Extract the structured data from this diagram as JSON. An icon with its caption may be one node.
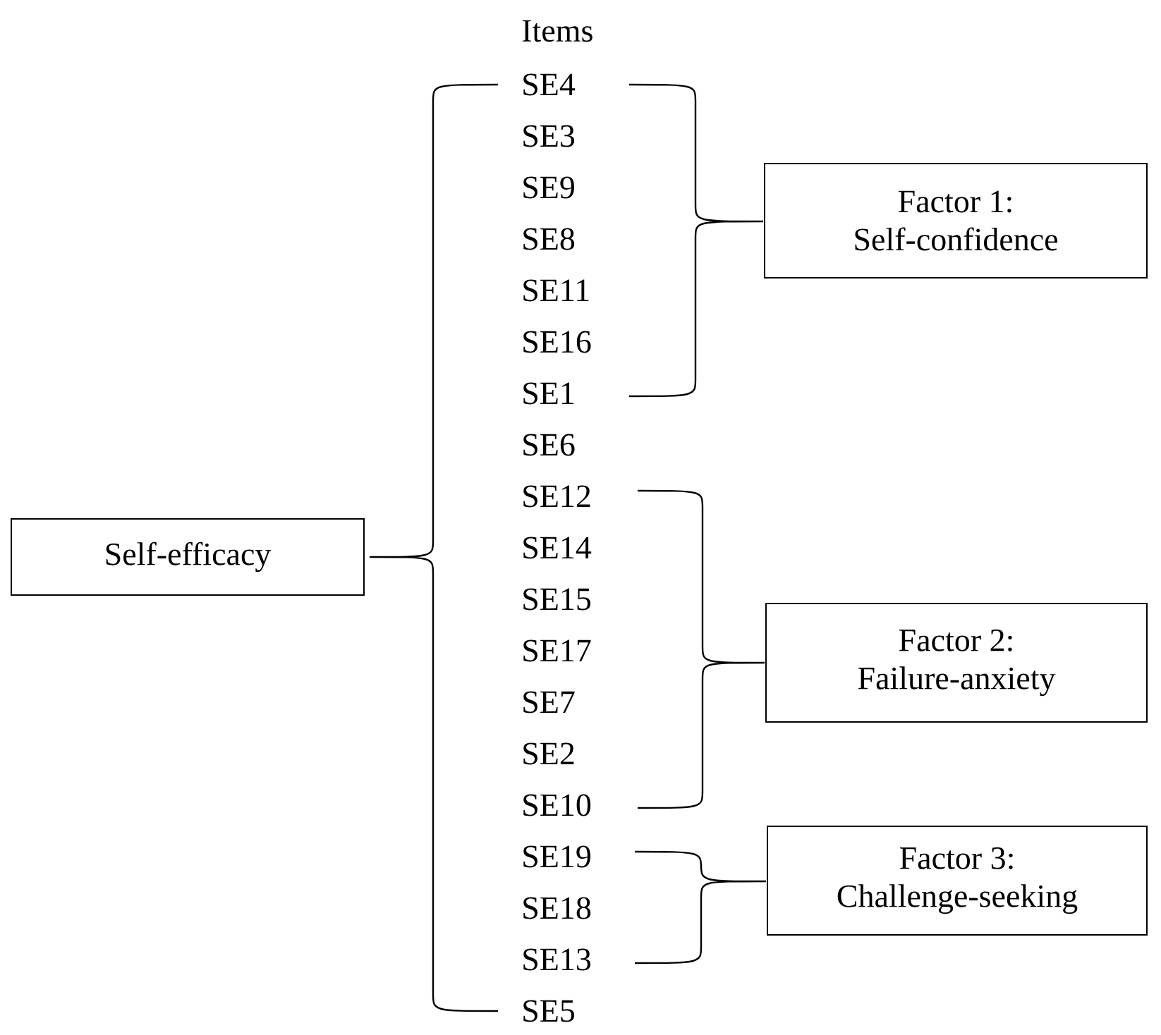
{
  "diagram": {
    "nodes": [
      {
        "text": [
          "Self-efficacy"
        ]
      },
      {
        "text": [
          "Factor 1:",
          "Self-confidence"
        ]
      },
      {
        "text": [
          "Factor 2:",
          "Failure-anxiety"
        ]
      },
      {
        "text": [
          "Factor 3:",
          "Challenge-seeking"
        ]
      }
    ],
    "labels": [
      "Items",
      "SE4",
      "SE3",
      "SE9",
      "SE8",
      "SE11",
      "SE16",
      "SE1",
      "SE6",
      "SE12",
      "SE14",
      "SE15",
      "SE17",
      "SE7",
      "SE2",
      "SE10",
      "SE19",
      "SE18",
      "SE13",
      "SE5"
    ]
  }
}
